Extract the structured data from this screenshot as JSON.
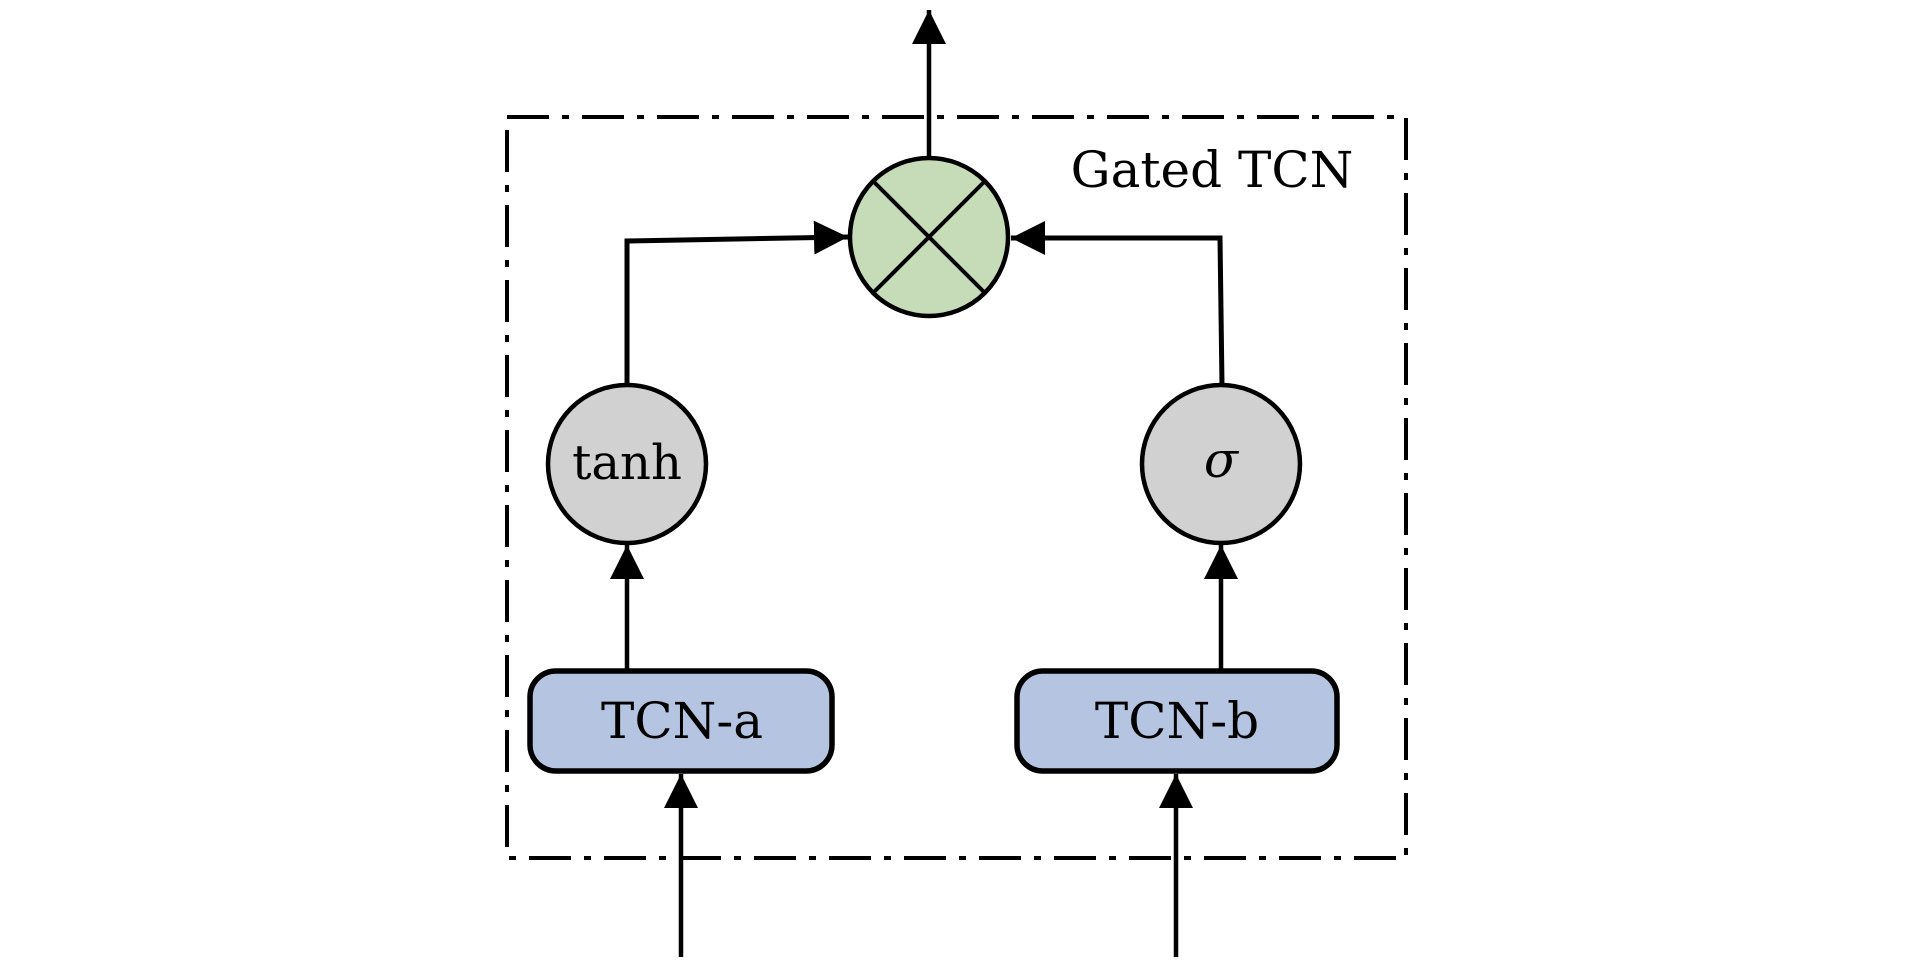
{
  "diagram": {
    "title": "Gated TCN",
    "nodes": {
      "multiply": {
        "label": "",
        "symbol": "multiply-cross",
        "fill": "#c6dcb8"
      },
      "tanh": {
        "label": "tanh",
        "fill": "#d1d1d1"
      },
      "sigma": {
        "label": "σ",
        "fill": "#d1d1d1"
      },
      "tcn_a": {
        "label": "TCN-a",
        "fill": "#b5c5e1"
      },
      "tcn_b": {
        "label": "TCN-b",
        "fill": "#b5c5e1"
      }
    },
    "edges": [
      {
        "from": "input-a",
        "to": "tcn_a"
      },
      {
        "from": "input-b",
        "to": "tcn_b"
      },
      {
        "from": "tcn_a",
        "to": "tanh"
      },
      {
        "from": "tcn_b",
        "to": "sigma"
      },
      {
        "from": "tanh",
        "to": "multiply"
      },
      {
        "from": "sigma",
        "to": "multiply"
      },
      {
        "from": "multiply",
        "to": "output"
      }
    ],
    "stroke_color": "#000000"
  }
}
